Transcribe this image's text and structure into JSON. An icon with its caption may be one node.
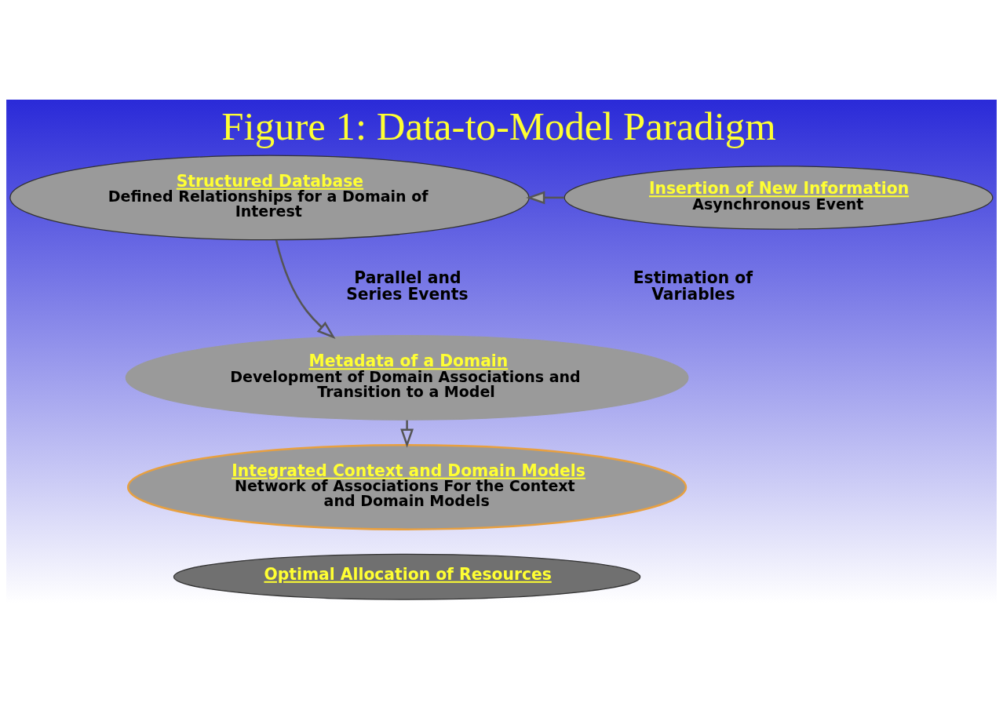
{
  "diagram": {
    "title": "Figure 1: Data-to-Model Paradigm",
    "nodes": [
      {
        "text": [
          "Structured Database",
          "Defined Relationships for a Domain of Interest"
        ]
      },
      {
        "text": [
          "Insertion of New Information",
          "Asynchronous Event"
        ]
      },
      {
        "text": [
          "Metadata of a Domain",
          "Development of Domain Associations and Transition to a Model"
        ]
      },
      {
        "text": [
          "Integrated Context and Domain Models",
          "Network of Associations For the Context and Domain Models"
        ]
      },
      {
        "text": [
          "Optimal Allocation of Resources"
        ]
      }
    ],
    "edges": [
      {
        "from": 1,
        "to": 0,
        "arrow": "to"
      },
      {
        "from": 0,
        "to": 2,
        "arrow": "to"
      },
      {
        "from": 2,
        "to": 3,
        "arrow": "to"
      }
    ],
    "labels": [
      "Parallel and Series Events",
      "Estimation of Variables"
    ]
  }
}
